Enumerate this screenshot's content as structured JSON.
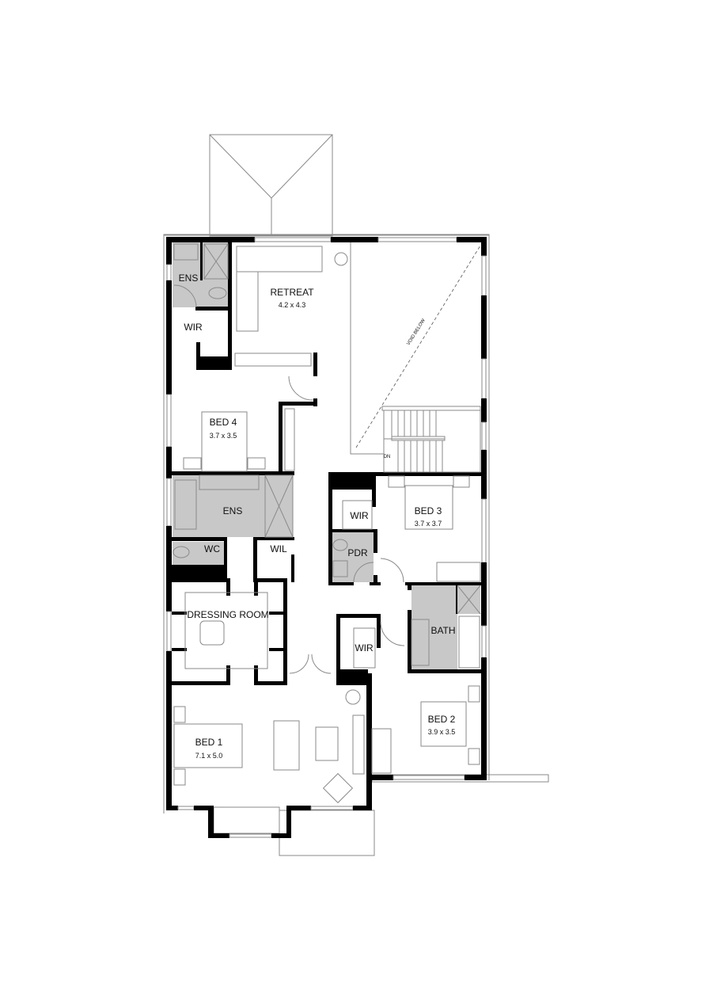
{
  "plan": {
    "colors": {
      "wall": "#000000",
      "wet_area": "#c8c8c8",
      "fixture_line": "#8a8a8a"
    },
    "rooms": {
      "ens_top": {
        "name": "ENS"
      },
      "wir_top": {
        "name": "WIR"
      },
      "retreat": {
        "name": "RETREAT",
        "size": "4.2 x 4.3"
      },
      "void": {
        "name": "VOID BELOW"
      },
      "stair_dn": {
        "name": "DN"
      },
      "bed4": {
        "name": "BED 4",
        "size": "3.7 x 3.5"
      },
      "ens_mid": {
        "name": "ENS"
      },
      "wc": {
        "name": "WC"
      },
      "wil": {
        "name": "WIL"
      },
      "wir_bed3": {
        "name": "WIR"
      },
      "bed3": {
        "name": "BED 3",
        "size": "3.7 x 3.7"
      },
      "pdr": {
        "name": "PDR"
      },
      "dressing": {
        "name": "DRESSING ROOM"
      },
      "wir_bed1": {
        "name": "WIR"
      },
      "bath": {
        "name": "BATH"
      },
      "bed1": {
        "name": "BED 1",
        "size": "7.1 x 5.0"
      },
      "bed2": {
        "name": "BED 2",
        "size": "3.9 x 3.5"
      }
    }
  }
}
